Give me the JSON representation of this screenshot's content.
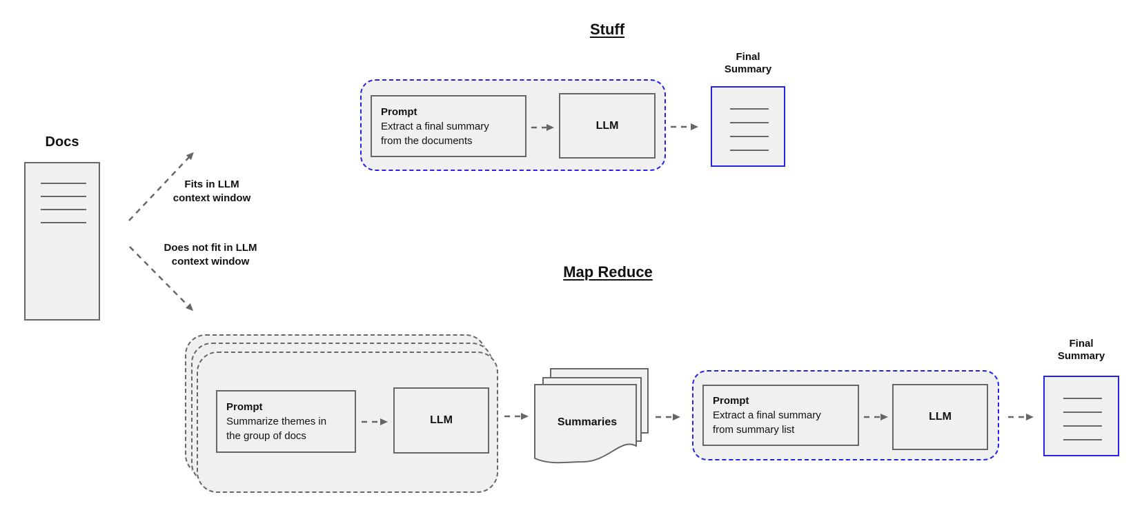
{
  "titles": {
    "stuff": "Stuff",
    "map_reduce": "Map Reduce"
  },
  "docs": {
    "label": "Docs"
  },
  "branches": {
    "fits": "Fits in LLM\ncontext window",
    "not_fit": "Does not fit in LLM\ncontext window"
  },
  "stuff_flow": {
    "prompt_title": "Prompt",
    "prompt_body": "Extract a final summary\nfrom the documents",
    "llm_label": "LLM",
    "output_label": "Final\nSummary"
  },
  "map_reduce_flow": {
    "map_prompt_title": "Prompt",
    "map_prompt_body": "Summarize themes in\nthe group of docs",
    "map_llm_label": "LLM",
    "summaries_label": "Summaries",
    "reduce_prompt_title": "Prompt",
    "reduce_prompt_body": "Extract a final summary\nfrom summary list",
    "reduce_llm_label": "LLM",
    "output_label": "Final\nSummary"
  },
  "colors": {
    "canvas_bg": "#ffffff",
    "shape_fill": "#f0f0f0",
    "shape_border": "#666666",
    "arrow": "#666666",
    "accent_blue": "#2121ea",
    "text": "#111111"
  }
}
